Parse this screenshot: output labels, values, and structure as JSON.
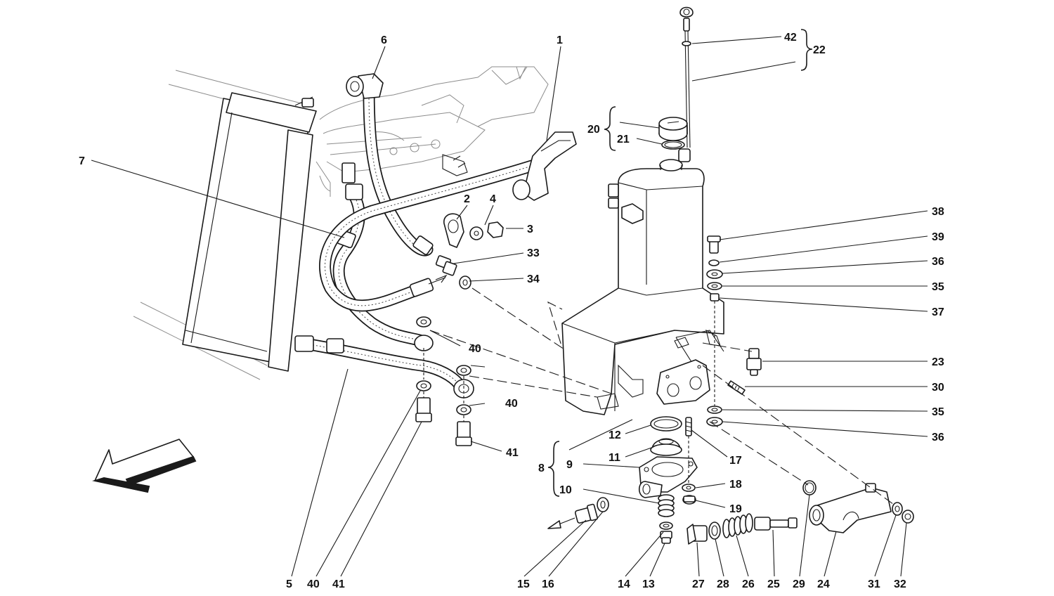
{
  "callouts": {
    "c1": "1",
    "c2": "2",
    "c3": "3",
    "c4": "4",
    "c5": "5",
    "c6": "6",
    "c7": "7",
    "c8": "8",
    "c9": "9",
    "c10": "10",
    "c11": "11",
    "c12": "12",
    "c13": "13",
    "c14": "14",
    "c15": "15",
    "c16": "16",
    "c17": "17",
    "c18": "18",
    "c19": "19",
    "c20": "20",
    "c21": "21",
    "c22": "22",
    "c23": "23",
    "c24": "24",
    "c25": "25",
    "c26": "26",
    "c27": "27",
    "c28": "28",
    "c29": "29",
    "c30": "30",
    "c31": "31",
    "c32": "32",
    "c33": "33",
    "c34": "34",
    "c35": "35",
    "c36": "36",
    "c37": "37",
    "c38": "38",
    "c39": "39",
    "c40": "40",
    "c41": "41",
    "c42": "42"
  },
  "icons": {
    "direction_arrow": "forward-direction-arrow-icon"
  }
}
